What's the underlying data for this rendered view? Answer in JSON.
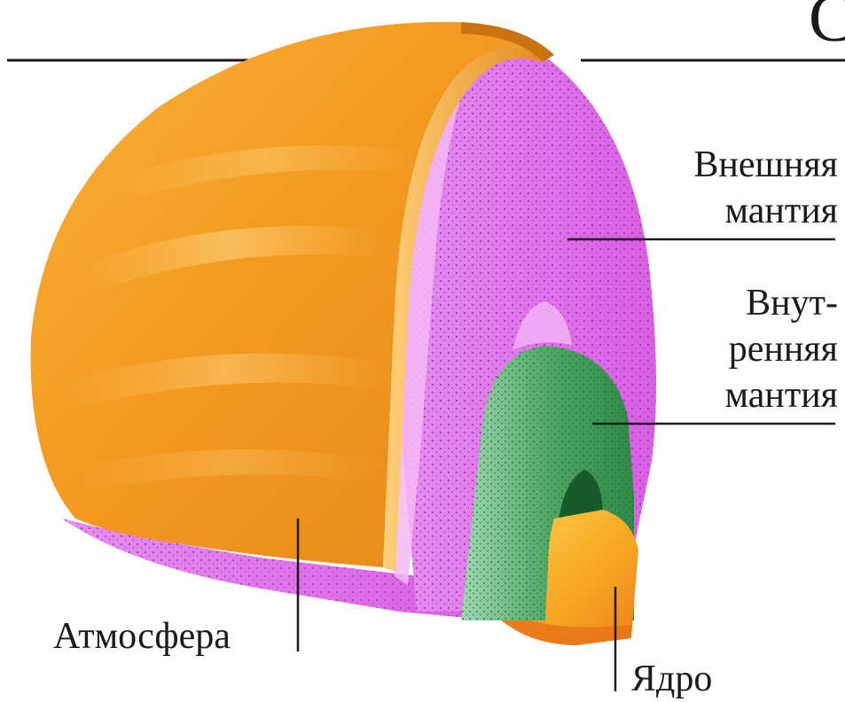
{
  "labels": {
    "outer_mantle": [
      "Внешняя",
      "мантия"
    ],
    "inner_mantle": [
      "Внут-",
      "ренняя",
      "мантия"
    ],
    "atmosphere": "Атмосфера",
    "core": "Ядро"
  },
  "title_fragment": "С",
  "colors": {
    "atmosphere": "#f3a225",
    "outer_mantle": "#dd6fe6",
    "inner_mantle": "#3f9e5a",
    "core": "#f6b72c",
    "lines": "#1a1a1a"
  }
}
